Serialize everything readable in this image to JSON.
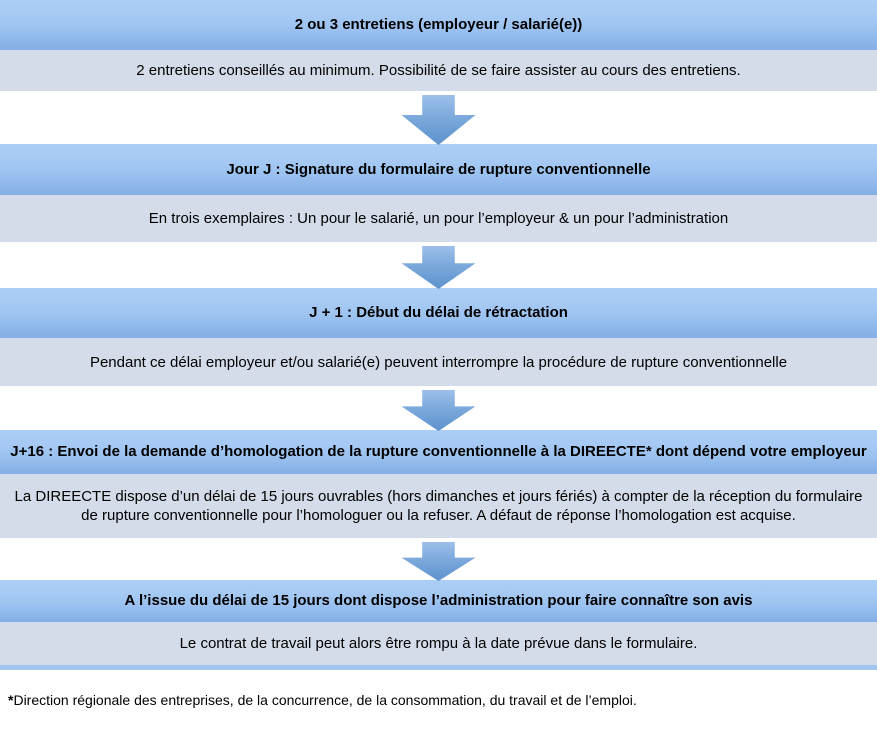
{
  "flow": {
    "steps": [
      {
        "header": "2 ou 3 entretiens (employeur / salarié(e))",
        "body": "2 entretiens conseillés au minimum. Possibilité de se faire assister au cours des entretiens."
      },
      {
        "header": "Jour J : Signature du formulaire de rupture conventionnelle",
        "body": "En trois exemplaires : Un pour le salarié, un pour l’employeur & un pour l’administration"
      },
      {
        "header": "J + 1 : Début du délai de rétractation",
        "body": "Pendant ce délai employeur et/ou salarié(e) peuvent interrompre la procédure de rupture conventionnelle"
      },
      {
        "header": "J+16 : Envoi de la demande d’homologation de la rupture conventionnelle à la DIREECTE* dont dépend votre employeur",
        "body": "La DIREECTE dispose d’un délai de 15 jours ouvrables (hors dimanches et jours fériés) à compter de la réception du formulaire de rupture conventionnelle pour l’homologuer ou  la refuser. A défaut de réponse l’homologation est acquise."
      },
      {
        "header": "A l’issue du délai de 15 jours dont dispose l’administration pour faire connaître son avis",
        "body": "Le contrat de travail peut alors être rompu à la date prévue dans le formulaire."
      }
    ],
    "footnote": {
      "marker": "*",
      "text": "Direction régionale des entreprises, de la concurrence, de la consommation, du travail et de l’emploi."
    },
    "arrow_icon_name": "down-arrow-icon",
    "colors": {
      "step_header_blue": "#9ac1ef",
      "step_body_gray": "#d4dcea",
      "arrow_blue": "#6a9cd4",
      "bottom_divider_blue": "#a2c4ee"
    }
  }
}
